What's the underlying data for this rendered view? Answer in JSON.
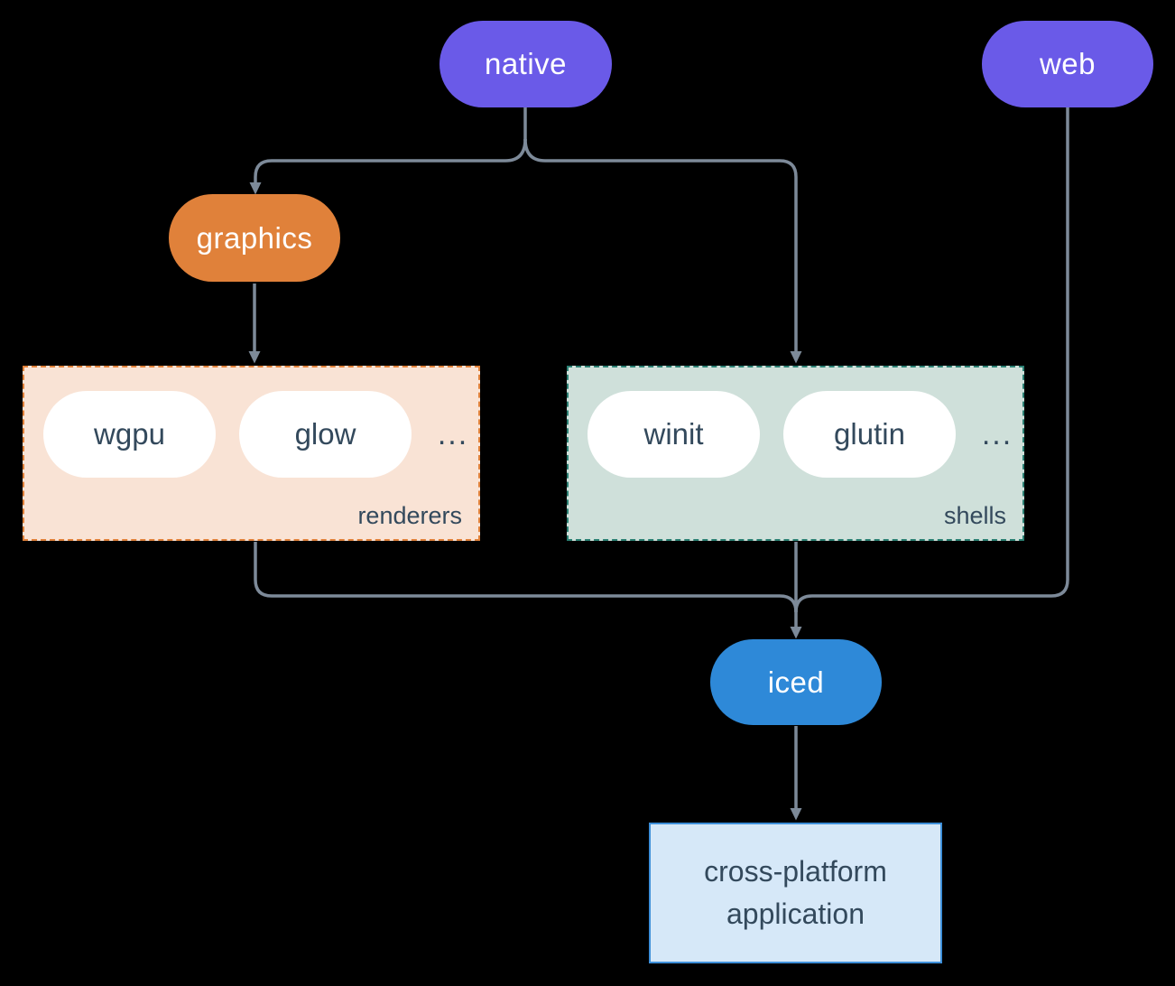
{
  "diagram": {
    "background_color": "#000000",
    "connector_color": "#7d8a99",
    "nodes": {
      "native": {
        "label": "native",
        "color": "#6a5ae8",
        "text_color": "#ffffff"
      },
      "web": {
        "label": "web",
        "color": "#6a5ae8",
        "text_color": "#ffffff"
      },
      "graphics": {
        "label": "graphics",
        "color": "#e0813a",
        "text_color": "#ffffff"
      },
      "iced": {
        "label": "iced",
        "color": "#2e89d8",
        "text_color": "#ffffff"
      },
      "application": {
        "line1": "cross-platform",
        "line2": "application",
        "fill_color": "#d6e8f8",
        "border_color": "#3d8fd9",
        "text_color": "#33495c"
      }
    },
    "groups": {
      "renderers": {
        "label": "renderers",
        "items": [
          "wgpu",
          "glow"
        ],
        "ellipsis": "...",
        "fill_color": "#f9e3d5",
        "border_color": "#e0813a",
        "item_text_color": "#33495c"
      },
      "shells": {
        "label": "shells",
        "items": [
          "winit",
          "glutin"
        ],
        "ellipsis": "...",
        "fill_color": "#cfe0da",
        "border_color": "#2b8073",
        "item_text_color": "#33495c"
      }
    }
  }
}
